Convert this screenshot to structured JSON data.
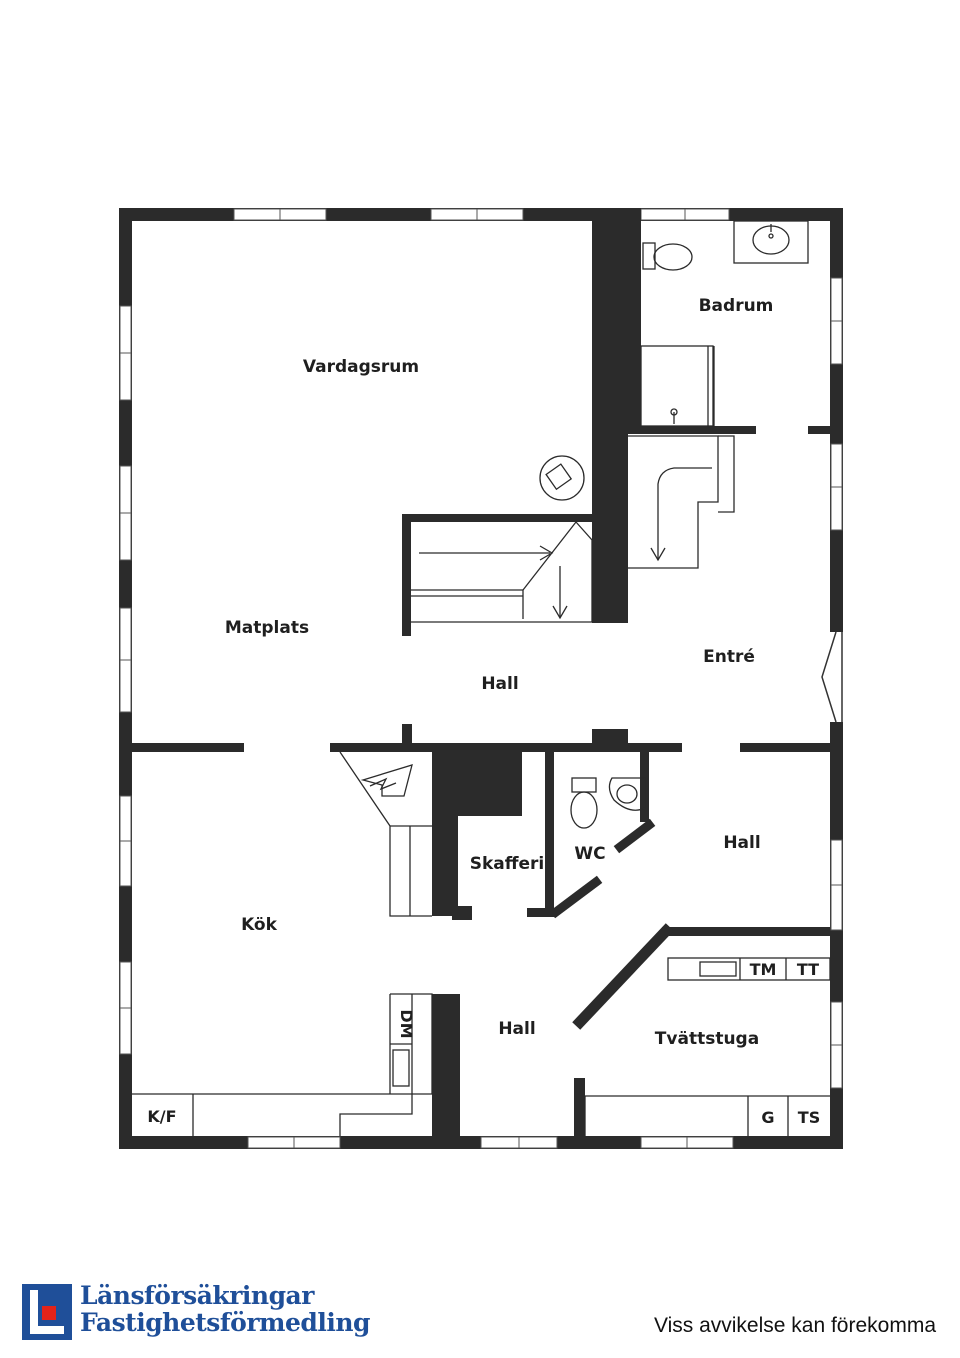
{
  "plan": {
    "rooms": {
      "vardagsrum": "Vardagsrum",
      "badrum": "Badrum",
      "matplats": "Matplats",
      "entre": "Entré",
      "hall_1": "Hall",
      "hall_2": "Hall",
      "hall_3": "Hall",
      "skafferi": "Skafferi",
      "wc": "WC",
      "kok": "Kök",
      "tvattstuga": "Tvättstuga"
    },
    "fixtures": {
      "kf": "K/F",
      "dm": "DM",
      "tm": "TM",
      "tt": "TT",
      "g": "G",
      "ts": "TS"
    }
  },
  "footer": {
    "logo_line1": "Länsförsäkringar",
    "logo_line2": "Fastighetsförmedling",
    "disclaimer": "Viss avvikelse kan förekomma"
  },
  "colors": {
    "wall": "#2b2b2b",
    "brand_blue": "#1f4f99",
    "brand_red": "#e2231a"
  }
}
